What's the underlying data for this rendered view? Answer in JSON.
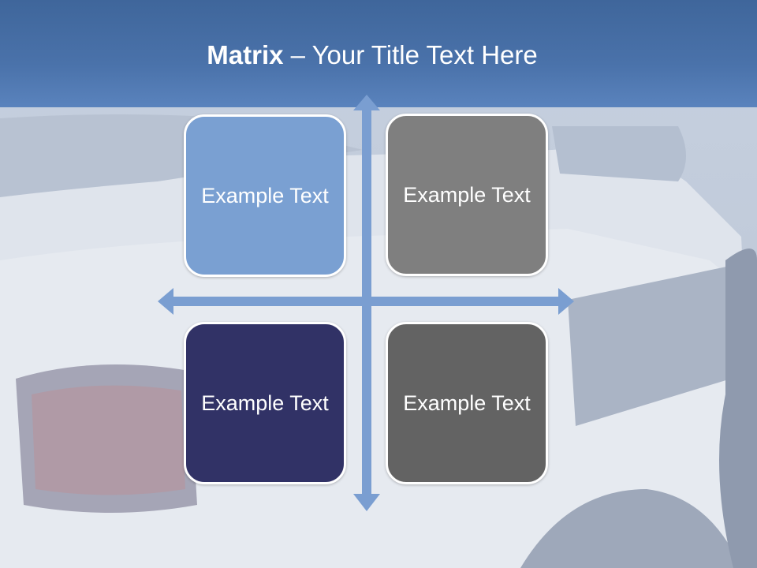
{
  "title": {
    "bold": "Matrix",
    "rest": " – Your Title Text Here"
  },
  "cards": [
    {
      "label": "Example Text",
      "color": "#7aa0d2"
    },
    {
      "label": "Example Text",
      "color": "#7f7f7f"
    },
    {
      "label": "Example Text",
      "color": "#313266"
    },
    {
      "label": "Example Text",
      "color": "#636363"
    }
  ],
  "colors": {
    "header": "#4a72aa",
    "arrow": "#7a9ed1",
    "background": "#c9d1de"
  }
}
